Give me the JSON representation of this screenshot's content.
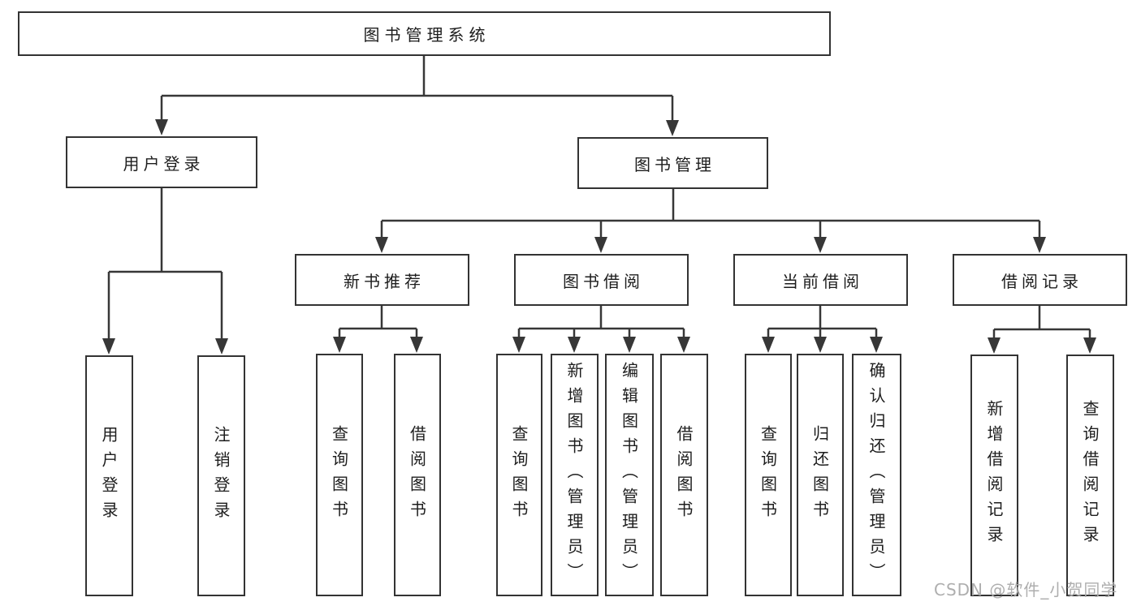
{
  "page": {
    "background": "#ffffff"
  },
  "colors": {
    "line": "#373737",
    "box_border": "#333333",
    "text": "#1d1d1d",
    "watermark": "#aeaeae"
  },
  "tree": {
    "root": {
      "label": "图书管理系统"
    },
    "level1": [
      {
        "label": "用户登录",
        "children": [
          {
            "label": "用户登录"
          },
          {
            "label": "注销登录"
          }
        ]
      },
      {
        "label": "图书管理",
        "children": [
          {
            "label": "新书推荐",
            "children": [
              {
                "label": "查询图书"
              },
              {
                "label": "借阅图书"
              }
            ]
          },
          {
            "label": "图书借阅",
            "children": [
              {
                "label": "查询图书"
              },
              {
                "label": "新增图书（管理员）"
              },
              {
                "label": "编辑图书（管理员）"
              },
              {
                "label": "借阅图书"
              }
            ]
          },
          {
            "label": "当前借阅",
            "children": [
              {
                "label": "查询图书"
              },
              {
                "label": "归还图书"
              },
              {
                "label": "确认归还（管理员）"
              }
            ]
          },
          {
            "label": "借阅记录",
            "children": [
              {
                "label": "新增借阅记录"
              },
              {
                "label": "查询借阅记录"
              }
            ]
          }
        ]
      }
    ]
  },
  "watermark": {
    "text": "CSDN @软件_小贺同学"
  }
}
